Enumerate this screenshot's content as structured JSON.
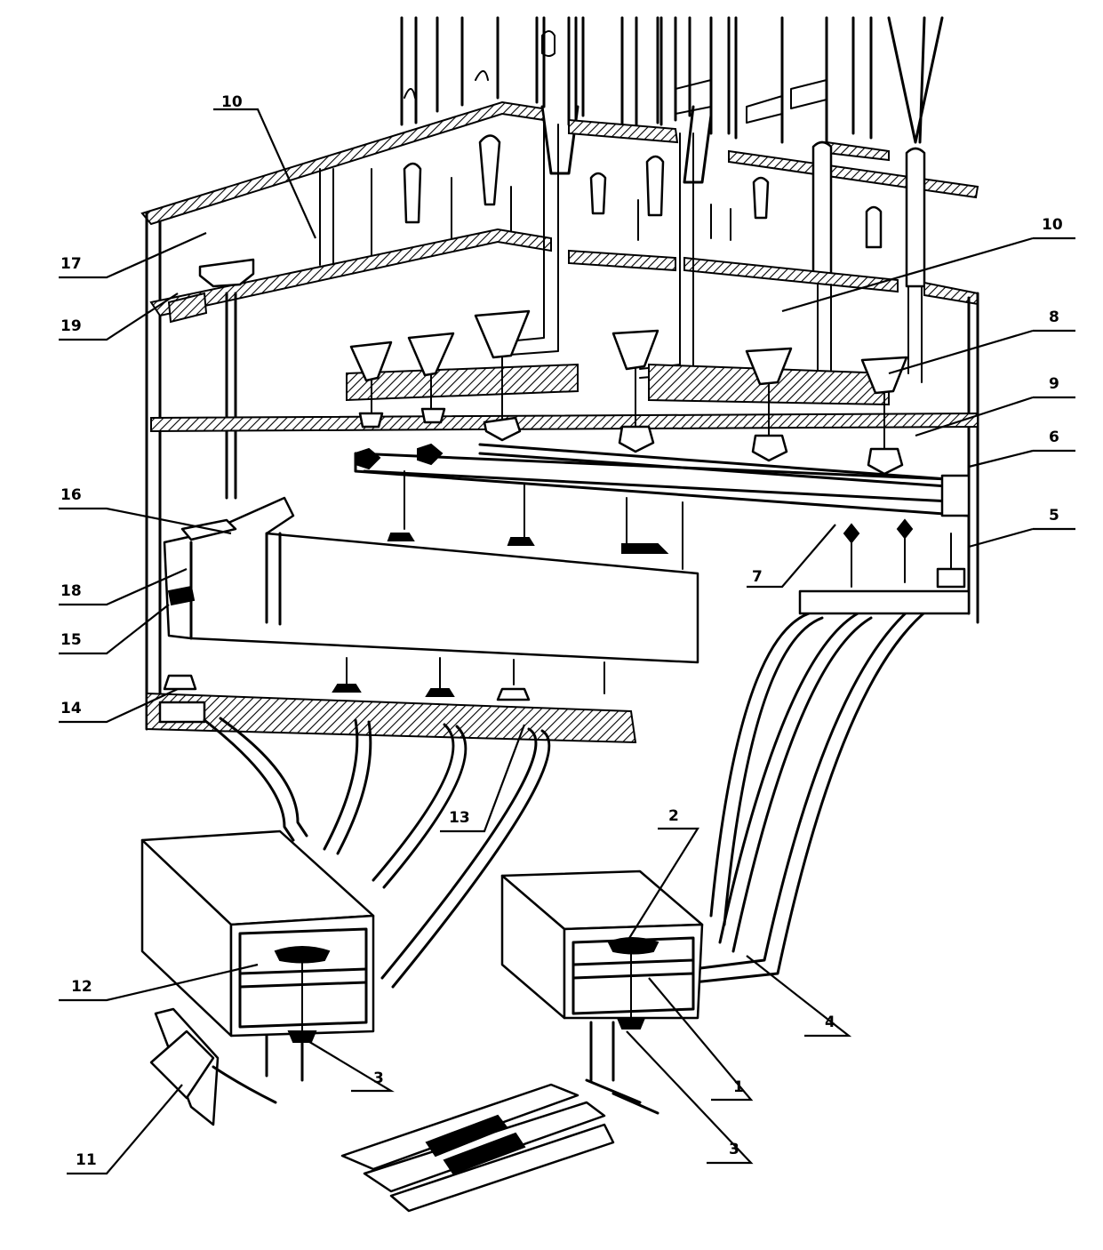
{
  "callouts": [
    {
      "id": "c10a",
      "text": "10"
    },
    {
      "id": "c10b",
      "text": "10"
    },
    {
      "id": "c17",
      "text": "17"
    },
    {
      "id": "c19",
      "text": "19"
    },
    {
      "id": "c8",
      "text": "8"
    },
    {
      "id": "c9",
      "text": "9"
    },
    {
      "id": "c6",
      "text": "6"
    },
    {
      "id": "c16",
      "text": "16"
    },
    {
      "id": "c5",
      "text": "5"
    },
    {
      "id": "c18",
      "text": "18"
    },
    {
      "id": "c7",
      "text": "7"
    },
    {
      "id": "c15",
      "text": "15"
    },
    {
      "id": "c14",
      "text": "14"
    },
    {
      "id": "c13",
      "text": "13"
    },
    {
      "id": "c2",
      "text": "2"
    },
    {
      "id": "c12",
      "text": "12"
    },
    {
      "id": "c4",
      "text": "4"
    },
    {
      "id": "c3a",
      "text": "3"
    },
    {
      "id": "c1",
      "text": "1"
    },
    {
      "id": "c11",
      "text": "11"
    },
    {
      "id": "c3b",
      "text": "3"
    }
  ]
}
